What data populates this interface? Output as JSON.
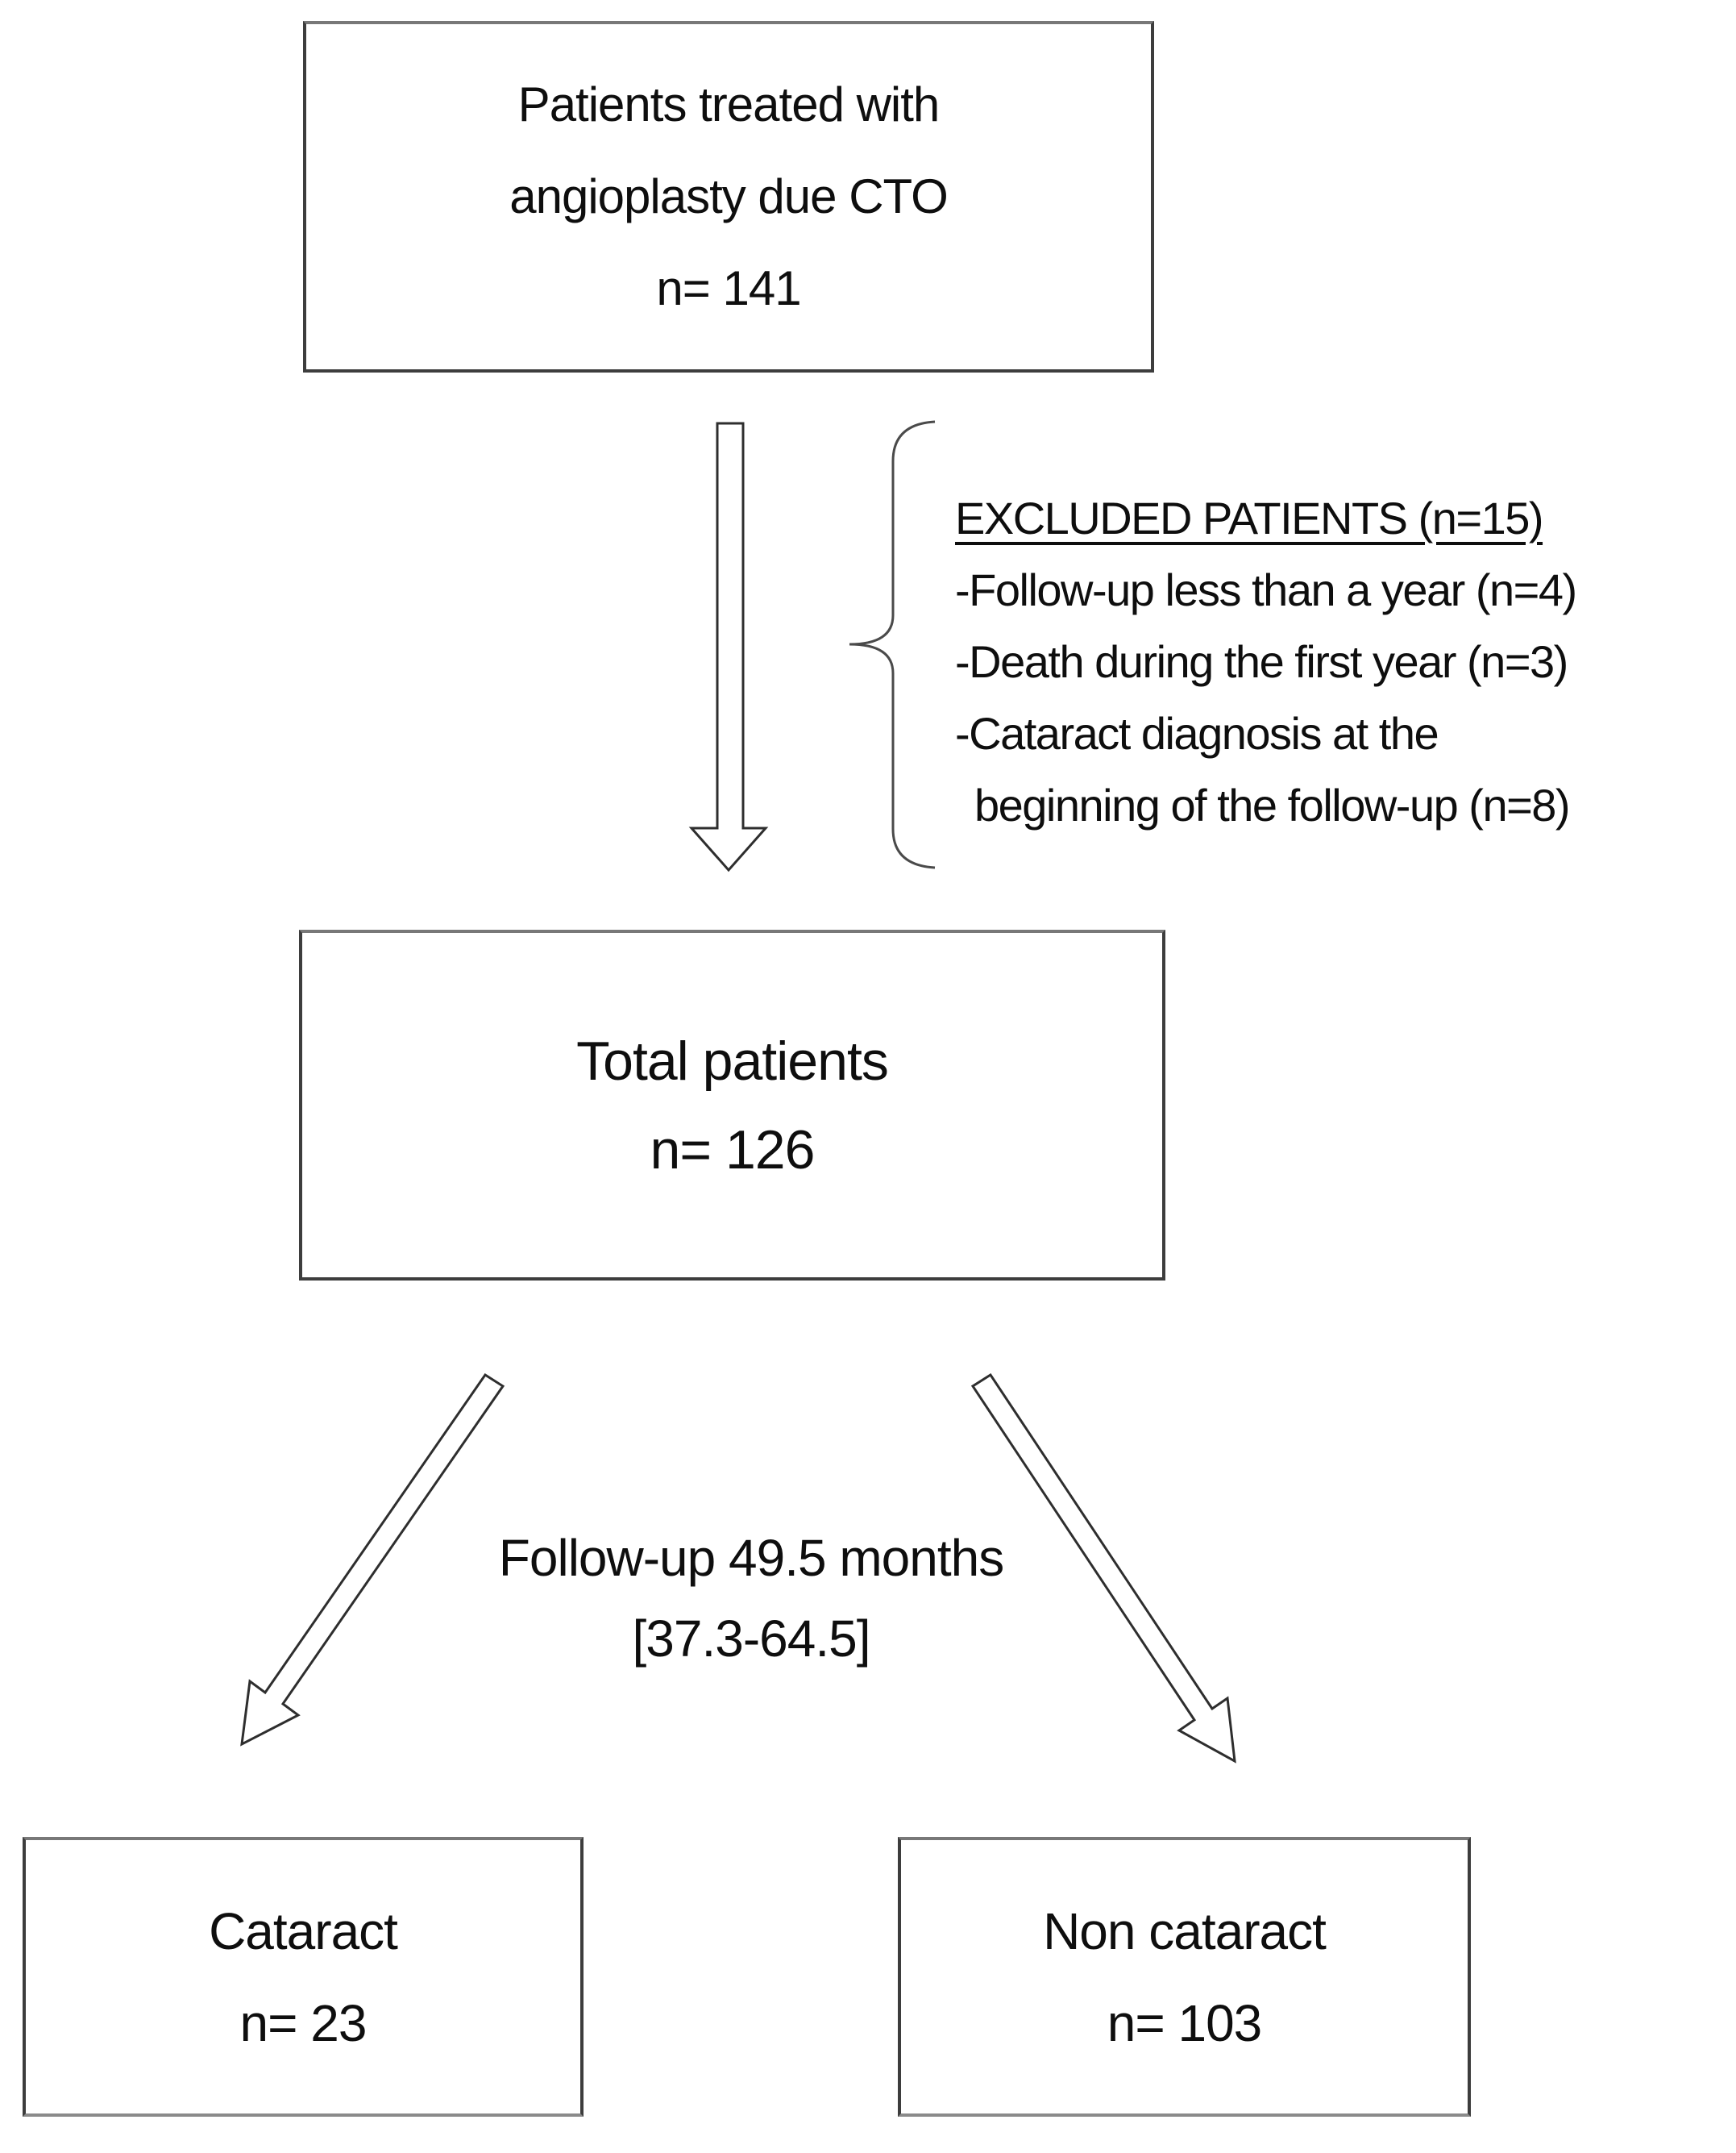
{
  "figure": {
    "background": "#ffffff",
    "text_color": "#0e0e0e",
    "line_color": "#2e2e2e",
    "box_border_color": "#3d3d3d"
  },
  "boxes": {
    "source": {
      "line1": "Patients treated with",
      "line2": "angioplasty due CTO",
      "line3": "n= 141"
    },
    "total": {
      "line1": "Total patients",
      "line2": "n= 126"
    },
    "cataract": {
      "line1": "Cataract",
      "line2": "n= 23"
    },
    "non_cataract": {
      "line1": "Non cataract",
      "line2": "n= 103"
    }
  },
  "exclusions": {
    "title": "EXCLUDED PATIENTS (n=15)",
    "items": [
      "-Follow-up less than a year (n=4)",
      "-Death during the first year (n=3)",
      "-Cataract diagnosis at the",
      "beginning of the follow-up (n=8)"
    ]
  },
  "followup": {
    "line1": "Follow-up 49.5 months",
    "line2": "[37.3-64.5]"
  }
}
